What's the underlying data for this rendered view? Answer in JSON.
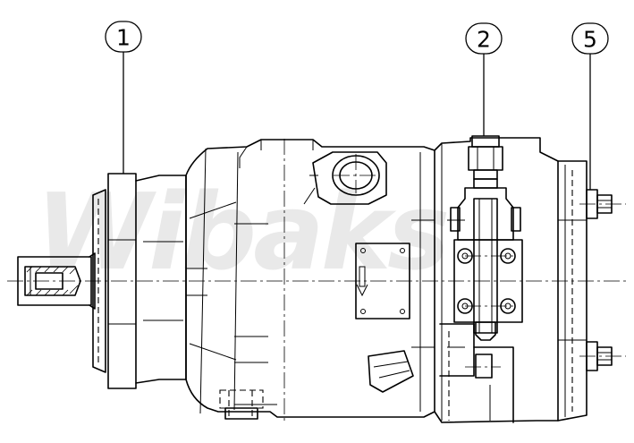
{
  "drawing": {
    "watermark": "Wibaks",
    "callouts": [
      {
        "label": "1"
      },
      {
        "label": "2"
      },
      {
        "label": "5"
      }
    ]
  }
}
